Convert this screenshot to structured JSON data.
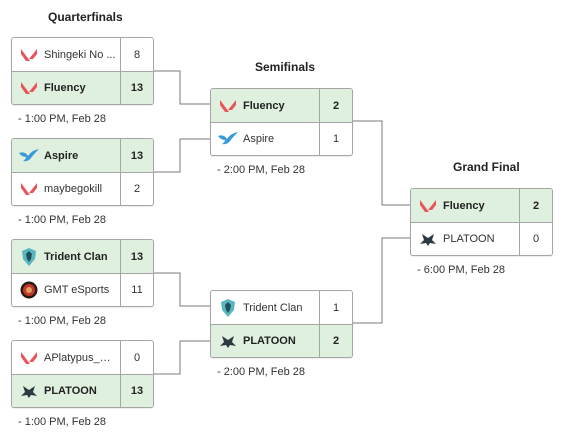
{
  "rounds": {
    "quarterfinals": "Quarterfinals",
    "semifinals": "Semifinals",
    "grand_final": "Grand Final"
  },
  "teams": {
    "shingeki": {
      "name": "Shingeki No ...",
      "icon": "valorant-icon"
    },
    "fluency": {
      "name": "Fluency",
      "icon": "valorant-icon"
    },
    "aspire": {
      "name": "Aspire",
      "icon": "bird-icon"
    },
    "maybegokill": {
      "name": "maybegokill",
      "icon": "valorant-icon"
    },
    "trident": {
      "name": "Trident Clan",
      "icon": "trident-shield-icon"
    },
    "gmt": {
      "name": "GMT eSports",
      "icon": "gmt-logo-icon"
    },
    "aplatypus": {
      "name": "APlatypus_F#...",
      "icon": "valorant-icon"
    },
    "platoon": {
      "name": "PLATOON",
      "icon": "helmet-icon"
    }
  },
  "matches": {
    "qf1": {
      "top": {
        "name": "Shingeki No ...",
        "score": "8"
      },
      "bottom": {
        "name": "Fluency",
        "score": "13"
      },
      "time": "-  1:00 PM, Feb 28"
    },
    "qf2": {
      "top": {
        "name": "Aspire",
        "score": "13"
      },
      "bottom": {
        "name": "maybegokill",
        "score": "2"
      },
      "time": "-  1:00 PM, Feb 28"
    },
    "qf3": {
      "top": {
        "name": "Trident Clan",
        "score": "13"
      },
      "bottom": {
        "name": "GMT eSports",
        "score": "11"
      },
      "time": "-  1:00 PM, Feb 28"
    },
    "qf4": {
      "top": {
        "name": "APlatypus_F#...",
        "score": "0"
      },
      "bottom": {
        "name": "PLATOON",
        "score": "13"
      },
      "time": "-  1:00 PM, Feb 28"
    },
    "sf1": {
      "top": {
        "name": "Fluency",
        "score": "2"
      },
      "bottom": {
        "name": "Aspire",
        "score": "1"
      },
      "time": "-  2:00 PM, Feb 28"
    },
    "sf2": {
      "top": {
        "name": "Trident Clan",
        "score": "1"
      },
      "bottom": {
        "name": "PLATOON",
        "score": "2"
      },
      "time": "-  2:00 PM, Feb 28"
    },
    "gf": {
      "top": {
        "name": "Fluency",
        "score": "2"
      },
      "bottom": {
        "name": "PLATOON",
        "score": "0"
      },
      "time": "-  6:00 PM, Feb 28"
    }
  },
  "colors": {
    "winner_bg": "#dff0df",
    "border": "#a6a6a6",
    "valorant_red": "#e8545a",
    "aspire_blue": "#3a9ad9",
    "trident_teal": "#5ab7c0"
  }
}
